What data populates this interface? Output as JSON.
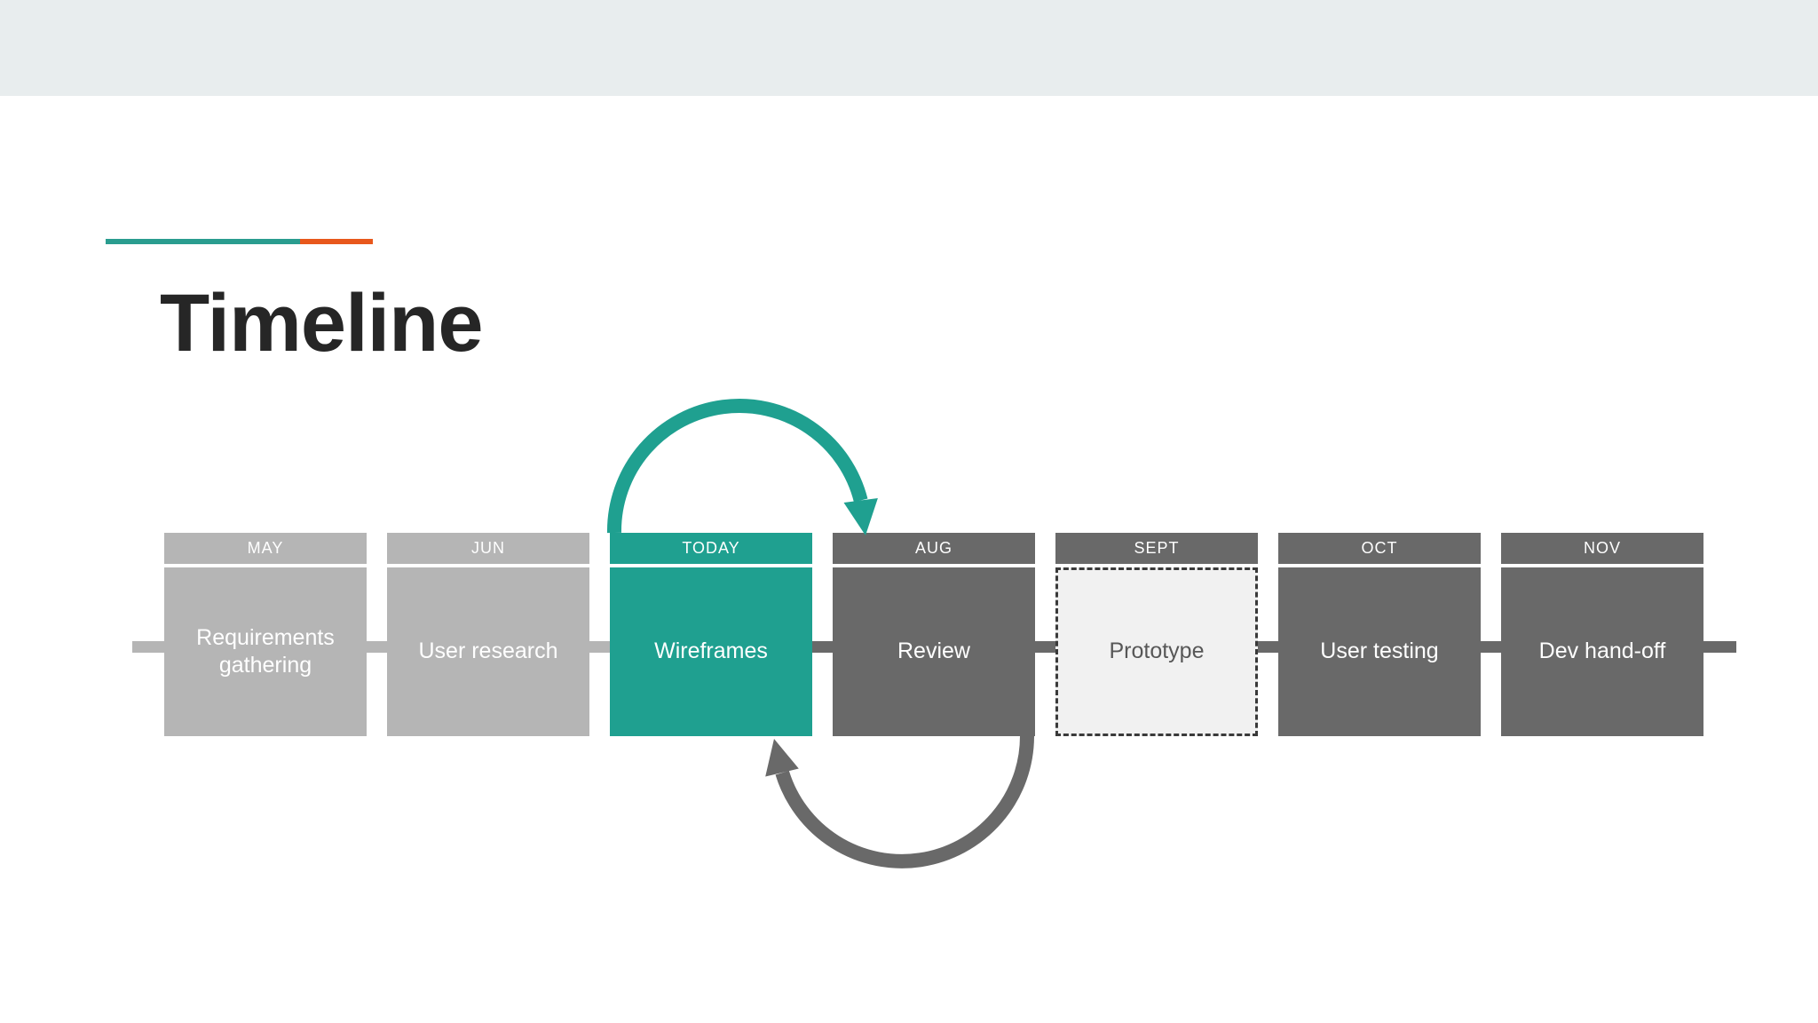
{
  "slide": {
    "title": "Timeline",
    "background": "#ffffff",
    "top_band_color": "#e8edee"
  },
  "accent_bar": {
    "teal_color": "#2a9d8f",
    "orange_color": "#e8581c"
  },
  "timeline": {
    "stages": [
      {
        "month": "MAY",
        "label": "Requirements gathering",
        "variant": "light"
      },
      {
        "month": "JUN",
        "label": "User research",
        "variant": "light"
      },
      {
        "month": "TODAY",
        "label": "Wireframes",
        "variant": "active"
      },
      {
        "month": "AUG",
        "label": "Review",
        "variant": "dark"
      },
      {
        "month": "SEPT",
        "label": "Prototype",
        "variant": "dashed"
      },
      {
        "month": "OCT",
        "label": "User testing",
        "variant": "dark"
      },
      {
        "month": "NOV",
        "label": "Dev hand-off",
        "variant": "dark"
      }
    ],
    "arrows": [
      {
        "name": "forward-loop",
        "from": "Wireframes",
        "to": "Review",
        "position": "above",
        "color": "#1fa090"
      },
      {
        "name": "feedback-loop",
        "from": "Review",
        "to": "Wireframes",
        "position": "below",
        "color": "#696969"
      }
    ],
    "colors": {
      "stage_light": "#b5b5b5",
      "stage_active": "#1fa090",
      "stage_dark": "#696969",
      "dashed_fill": "#f1f1f1",
      "dashed_border": "#3a3a3a",
      "dashed_text": "#575757",
      "stage_text": "#ffffff",
      "title_text": "#262626"
    }
  }
}
